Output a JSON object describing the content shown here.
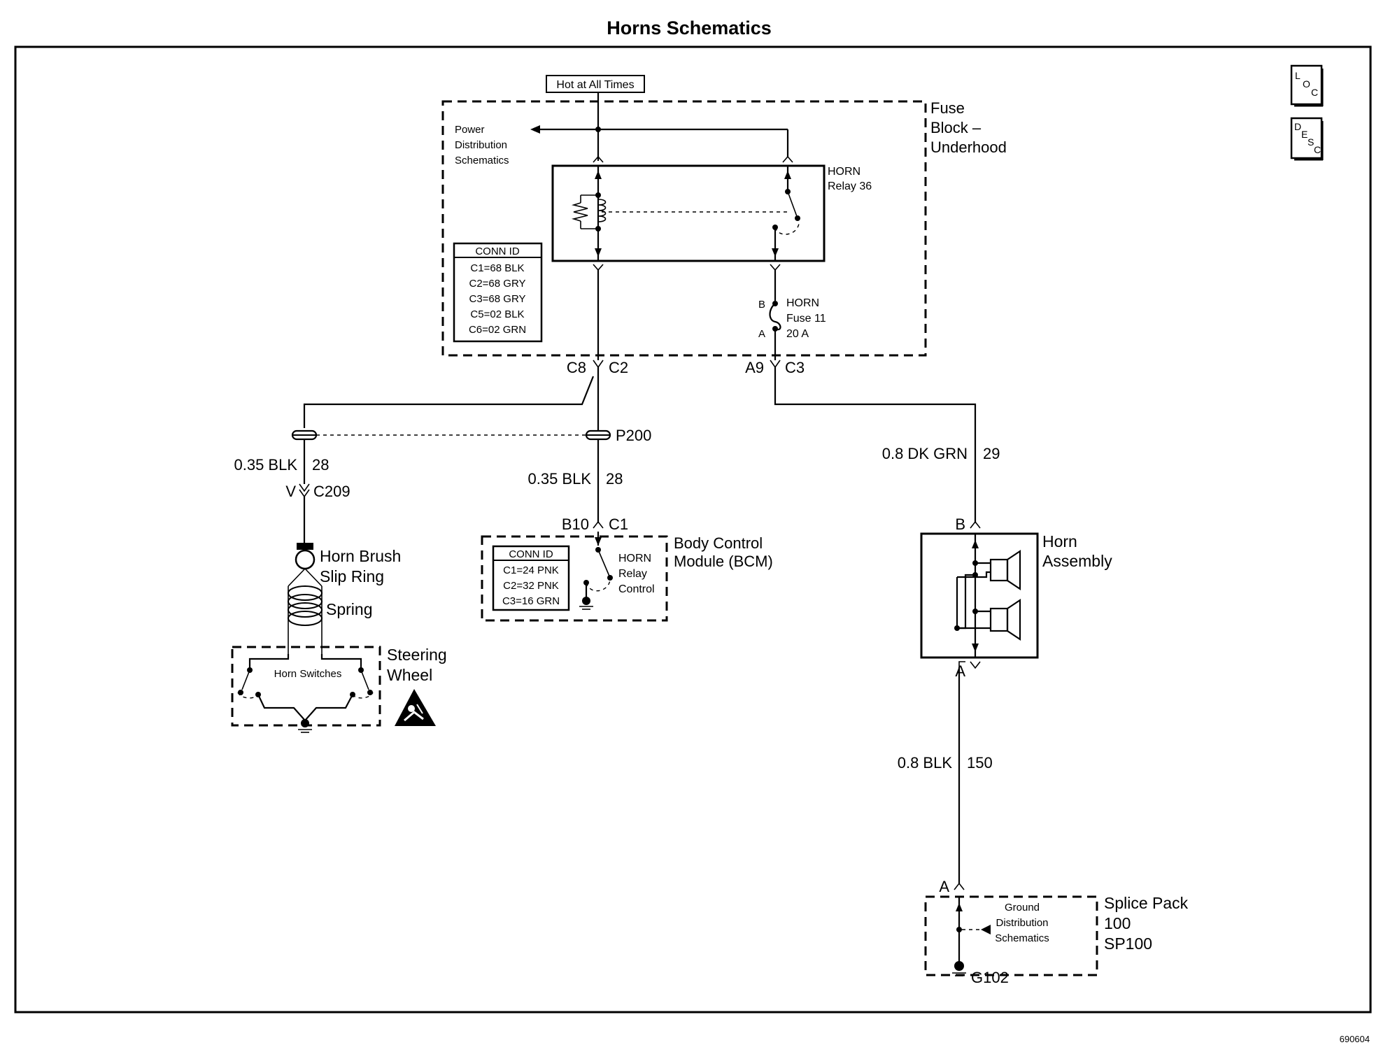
{
  "title": "Horns Schematics",
  "figure_id": "690604",
  "side_buttons": {
    "loc": {
      "l1": "L",
      "l2": "O",
      "l3": "C"
    },
    "desc": {
      "l1": "D",
      "l2": "E",
      "l3": "S",
      "l4": "C"
    }
  },
  "power_source": "Hot at All Times",
  "fuse_block": {
    "line1": "Fuse",
    "line2": "Block –",
    "line3": "Underhood",
    "power_distribution": [
      "Power",
      "Distribution",
      "Schematics"
    ],
    "relay": {
      "name": "HORN",
      "id": "Relay 36"
    },
    "fuse": {
      "name": "HORN",
      "id": "Fuse 11",
      "rating": "20 A",
      "pin_b": "B",
      "pin_a": "A"
    },
    "conn_header": "CONN ID",
    "conn": [
      "C1=68 BLK",
      "C2=68 GRY",
      "C3=68 GRY",
      "C5=02 BLK",
      "C6=02 GRN"
    ]
  },
  "connectors": {
    "c8": "C8",
    "c2": "C2",
    "a9": "A9",
    "c3": "C3",
    "v": "V",
    "c209": "C209",
    "b10": "B10",
    "c1": "C1",
    "horn_b": "B",
    "horn_a": "A",
    "splice_a": "A"
  },
  "splice_p200": "P200",
  "wires": {
    "left": {
      "gauge": "0.35 BLK",
      "circuit": "28"
    },
    "middle": {
      "gauge": "0.35 BLK",
      "circuit": "28"
    },
    "horn_feed": {
      "gauge": "0.8 DK GRN",
      "circuit": "29"
    },
    "horn_ground": {
      "gauge": "0.8 BLK",
      "circuit": "150"
    }
  },
  "bcm": {
    "line1": "Body Control",
    "line2": "Module (BCM)",
    "relay_control": [
      "HORN",
      "Relay",
      "Control"
    ],
    "conn_header": "CONN ID",
    "conn": [
      "C1=24 PNK",
      "C2=32 PNK",
      "C3=16 GRN"
    ]
  },
  "steering": {
    "brush_line1": "Horn Brush",
    "brush_line2": "Slip Ring",
    "spring": "Spring",
    "wheel_line1": "Steering",
    "wheel_line2": "Wheel",
    "switches": "Horn Switches"
  },
  "horn_assembly": {
    "line1": "Horn",
    "line2": "Assembly"
  },
  "splice_pack": {
    "line1": "Splice Pack",
    "line2": "100",
    "line3": "SP100",
    "ground_ref": [
      "Ground",
      "Distribution",
      "Schematics"
    ],
    "ground_id": "G102"
  }
}
